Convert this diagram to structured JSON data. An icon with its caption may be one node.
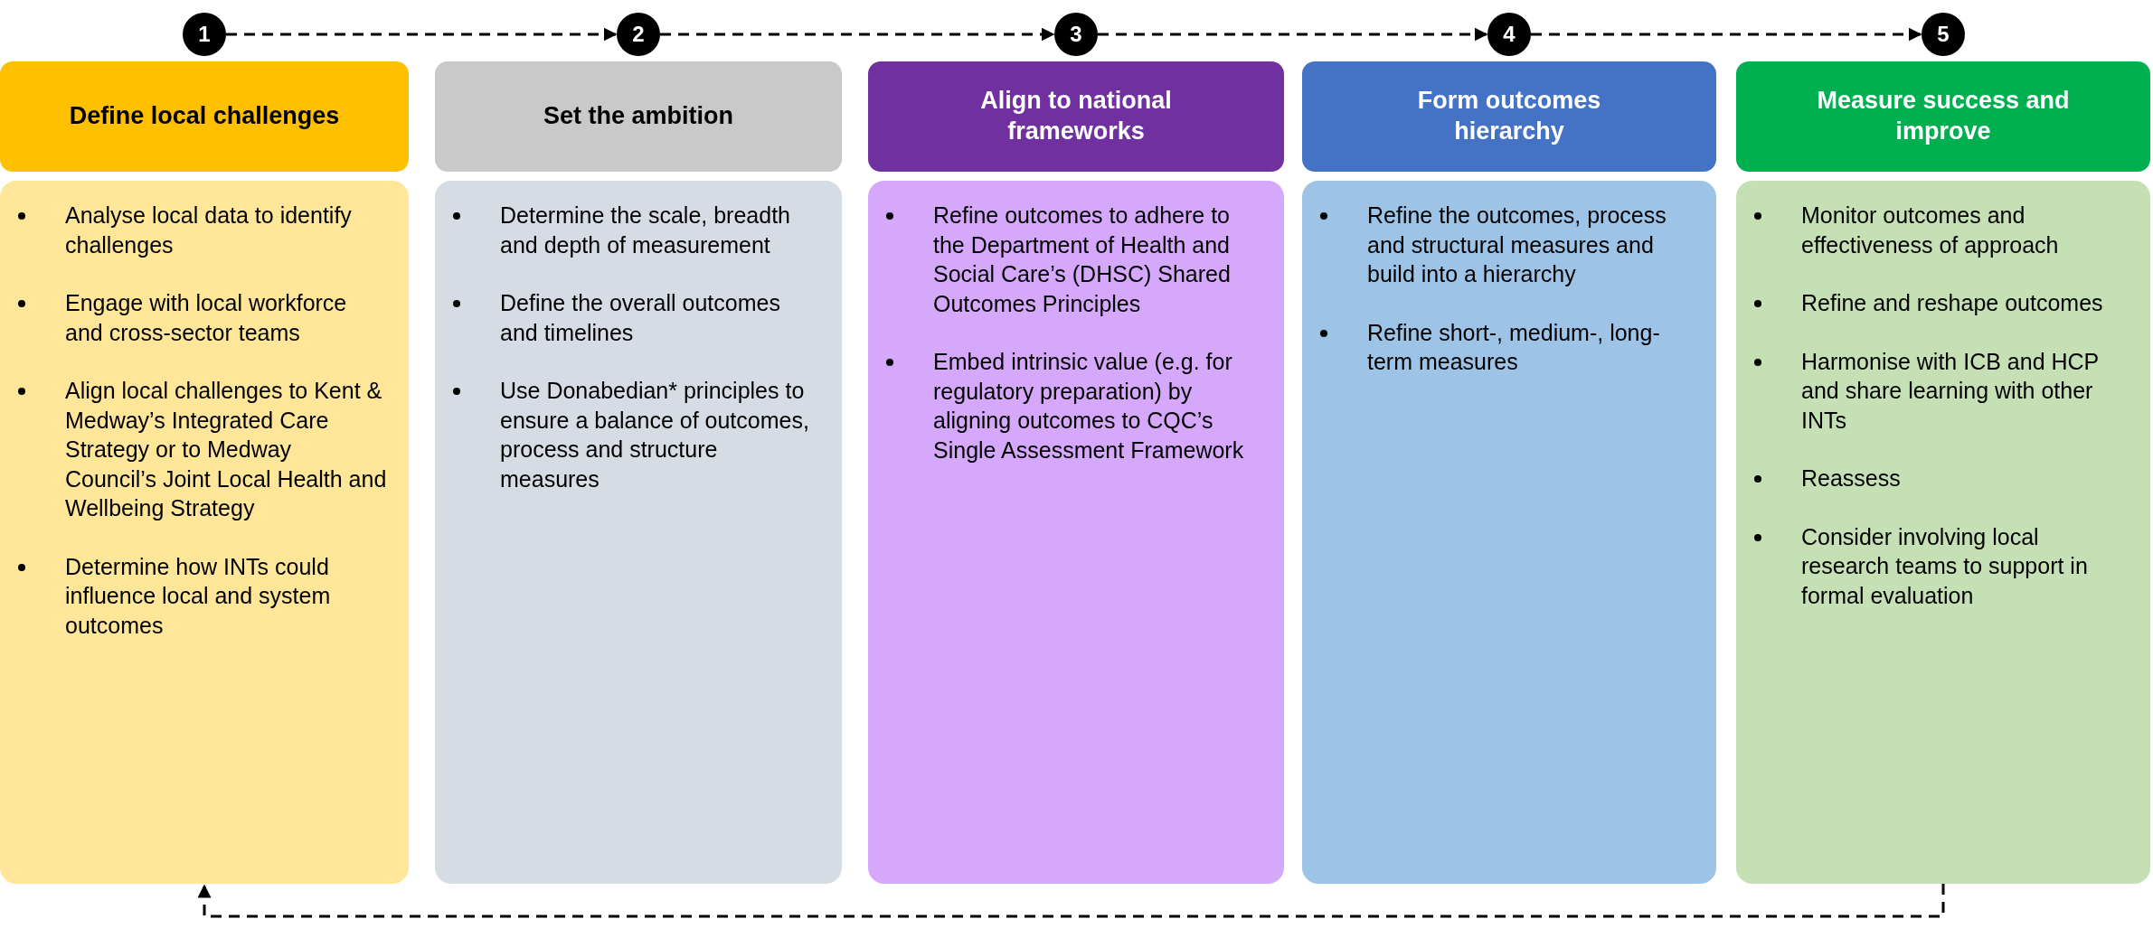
{
  "diagram": {
    "nodes": [
      {
        "text": [
          "1"
        ]
      },
      {
        "text": [
          "2"
        ]
      },
      {
        "text": [
          "3"
        ]
      },
      {
        "text": [
          "4"
        ]
      },
      {
        "text": [
          "5"
        ]
      },
      {
        "text": [
          "Define local challenges"
        ]
      },
      {
        "text": [
          "Set the ambition"
        ]
      },
      {
        "text": [
          "Align to national frameworks"
        ]
      },
      {
        "text": [
          "Form outcomes hierarchy"
        ]
      },
      {
        "text": [
          "Measure success and improve"
        ]
      },
      {
        "text": [
          "Analyse local data to identify challenges",
          "Engage with local workforce and cross-sector teams",
          "Align local challenges to Kent & Medway’s Integrated Care Strategy or to Medway Council’s Joint Local Health and Wellbeing Strategy",
          "Determine how INTs could influence local and system outcomes"
        ]
      },
      {
        "text": [
          "Determine the scale, breadth and depth of measurement",
          "Define the overall outcomes and timelines",
          "Use Donabedian* principles to ensure a balance of outcomes, process and structure measures"
        ]
      },
      {
        "text": [
          "Refine outcomes to adhere to the Department of Health and Social Care’s (DHSC) Shared Outcomes Principles",
          "Embed intrinsic value (e.g. for regulatory preparation) by aligning outcomes to CQC’s Single Assessment Framework"
        ]
      },
      {
        "text": [
          "Refine the outcomes, process and structural measures and build into a hierarchy",
          "Refine short-, medium-, long-term measures"
        ]
      },
      {
        "text": [
          "Monitor outcomes and effectiveness of approach",
          "Refine and reshape outcomes",
          "Harmonise with ICB and HCP and share learning with other INTs",
          "Reassess",
          "Consider involving local research teams to support in formal evaluation"
        ]
      }
    ],
    "edges": [
      {
        "from": 0,
        "to": 1,
        "arrow": "to",
        "style": "dashed"
      },
      {
        "from": 1,
        "to": 2,
        "arrow": "to",
        "style": "dashed"
      },
      {
        "from": 2,
        "to": 3,
        "arrow": "to",
        "style": "dashed"
      },
      {
        "from": 3,
        "to": 4,
        "arrow": "to",
        "style": "dashed"
      },
      {
        "from": 14,
        "to": 10,
        "arrow": "to",
        "style": "dashed"
      }
    ]
  }
}
